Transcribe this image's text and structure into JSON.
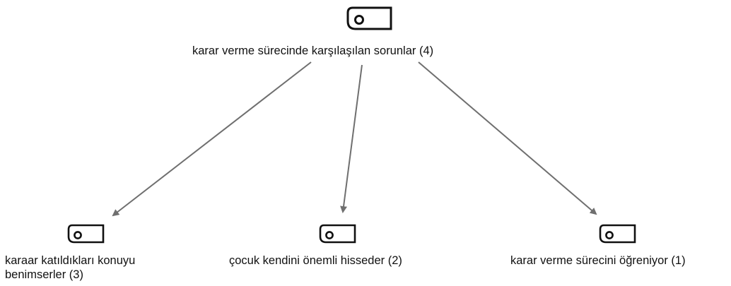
{
  "diagram": {
    "root": {
      "label": "karar verme sürecinde karşılaşılan sorunlar (4)",
      "icon": "code-node-icon"
    },
    "children": [
      {
        "label": "karaar katıldıkları konuyu benimserler (3)",
        "icon": "code-node-icon"
      },
      {
        "label": "çocuk kendini önemli hisseder (2)",
        "icon": "code-node-icon"
      },
      {
        "label": "karar verme sürecini öğreniyor (1)",
        "icon": "code-node-icon"
      }
    ],
    "edge_color": "#6f6f6f"
  }
}
